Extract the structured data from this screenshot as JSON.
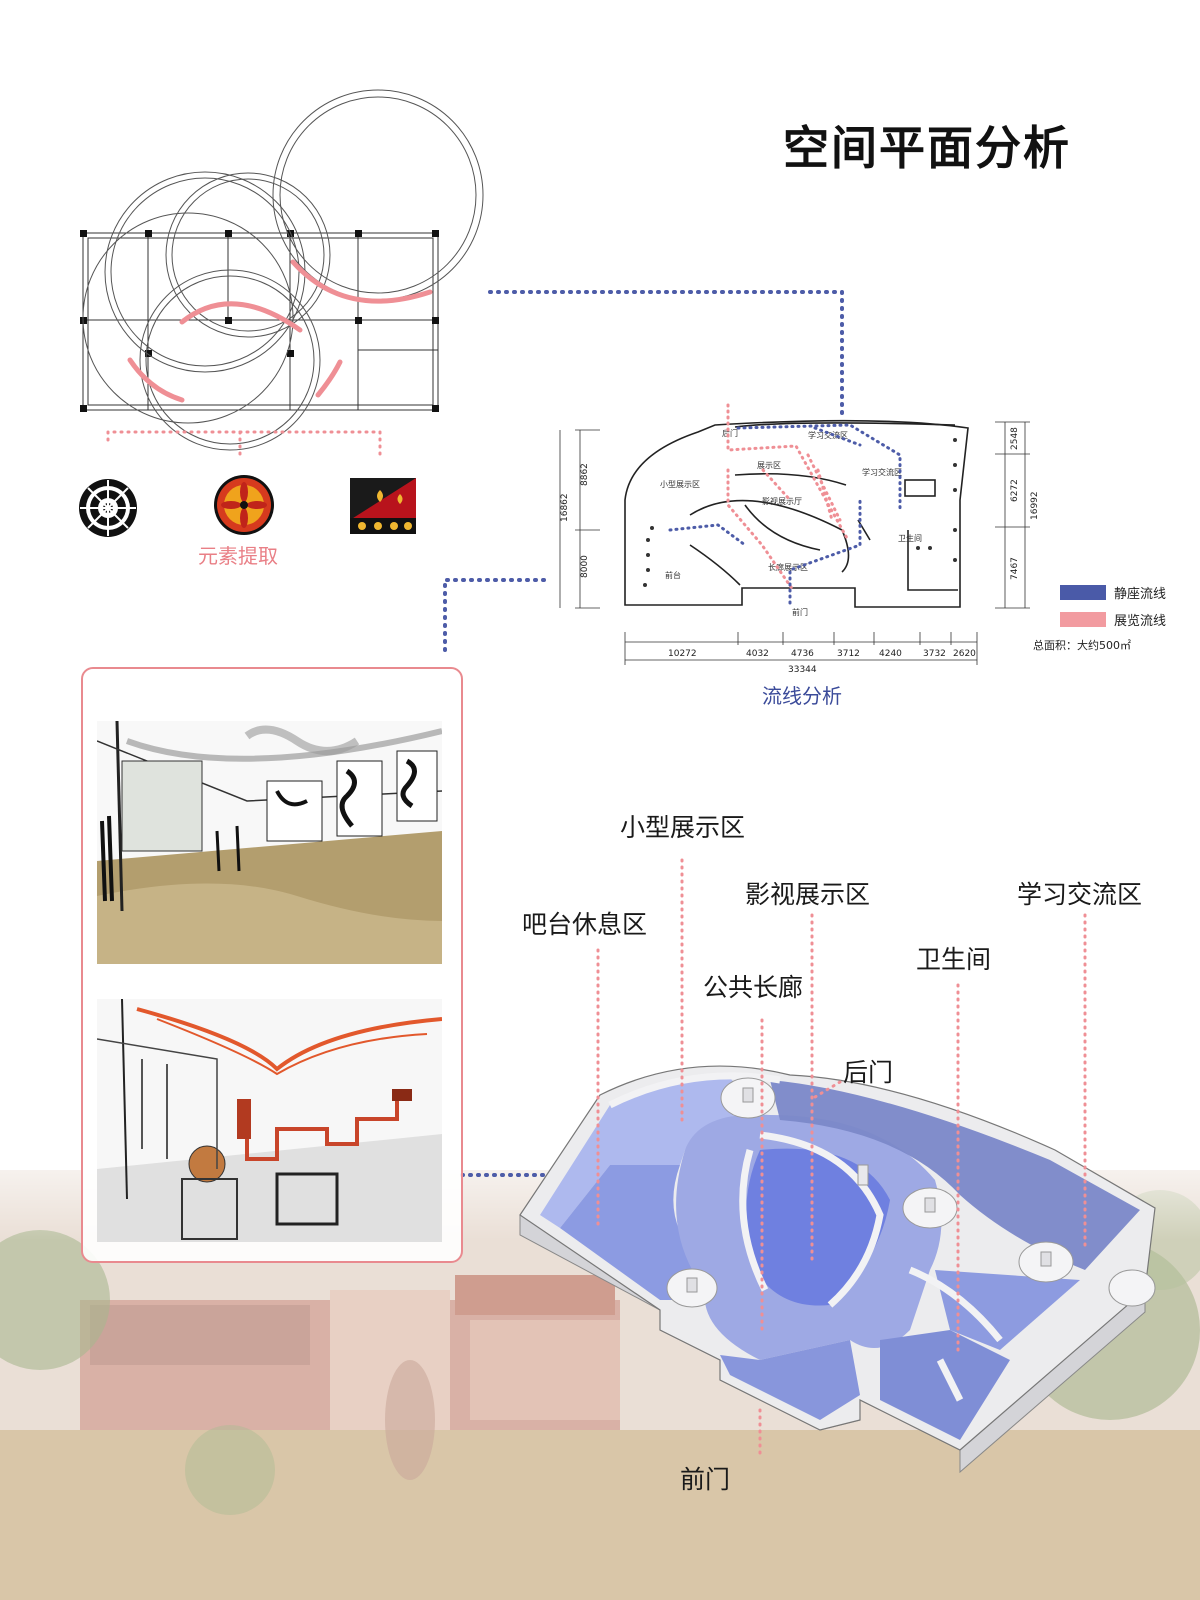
{
  "title": "空间平面分析",
  "element_extraction": {
    "caption": "元素提取",
    "pattern_icons": [
      "round-black-pattern-icon",
      "round-red-floral-pattern-icon",
      "square-red-black-pattern-icon"
    ]
  },
  "flow_analysis": {
    "caption": "流线分析",
    "plan_labels": {
      "small_exhibit": "小型展示区",
      "exhibit": "展示区",
      "film_hall": "影视展示厅",
      "study_exchange_top": "学习交流区",
      "study_exchange": "学习交流区",
      "front_desk": "前台",
      "corridor_exhibit": "长廊展示区",
      "restroom": "卫生间",
      "back_door": "后门",
      "front_door": "前门"
    },
    "left_dimensions": [
      "16862",
      "8862",
      "8000"
    ],
    "right_dimensions": [
      "16992",
      "2548",
      "6272",
      "7467"
    ],
    "bottom_dimensions": [
      "10272",
      "4032",
      "4736",
      "3712",
      "4240",
      "3732",
      "2620"
    ],
    "bottom_total": "33344",
    "legend": [
      {
        "label": "静座流线",
        "color": "#4a5aa8"
      },
      {
        "label": "展览流线",
        "color": "#f29ba0"
      }
    ],
    "total_area": "总面积：大约500㎡"
  },
  "axonometric_labels": {
    "small_exhibit": "小型展示区",
    "film_exhibit": "影视展示区",
    "study_exchange": "学习交流区",
    "bar_lounge": "吧台休息区",
    "restroom": "卫生间",
    "public_corridor": "公共长廊",
    "back_door": "后门",
    "front_door": "前门"
  },
  "colors": {
    "accent_pink": "#e97f86",
    "accent_blue": "#3b4b9a",
    "floor_blue": "#8d9be0"
  }
}
